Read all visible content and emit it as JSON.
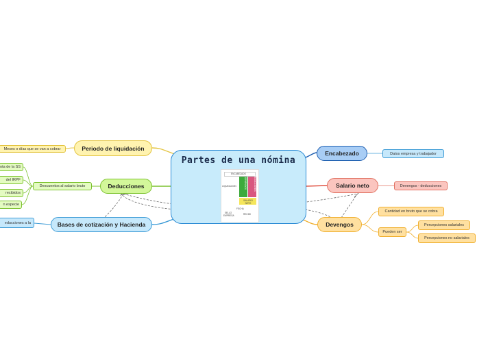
{
  "central": {
    "title": "Partes de una nómina",
    "image_labels": {
      "header": "ENCABEZADO",
      "period": "LIQUIDACION",
      "devengos": "DEVENGOS",
      "deducciones": "DEDUCCIONES",
      "net": "SALARIO NETO",
      "date": "FECHA",
      "seal": "SELLO EMPRESA",
      "receipt": "RECIBI"
    }
  },
  "nodes": {
    "periodo": {
      "label": "Periodo de liquidación"
    },
    "periodo_leaf": {
      "label": "Meses o días que se van a cobrar"
    },
    "deducciones": {
      "label": "Deducciones"
    },
    "descuentos": {
      "label": "Descuentos al salario bruto"
    },
    "ded_1": {
      "label": "ota de la SS"
    },
    "ded_2": {
      "label": "del IRPF"
    },
    "ded_3": {
      "label": "recibidos"
    },
    "ded_4": {
      "label": "n especie"
    },
    "bases": {
      "label": "Bases de cotización y Hacienda"
    },
    "bases_leaf": {
      "label": "educciones a la"
    },
    "encabezado": {
      "label": "Encabezado"
    },
    "encabezado_leaf": {
      "label": "Datos empresa y trabajador"
    },
    "salario": {
      "label": "Salario neto"
    },
    "salario_leaf": {
      "label": "Devengos - deducciones"
    },
    "devengos": {
      "label": "Devengos"
    },
    "cantidad": {
      "label": "Cantidad en bruto que se cobra"
    },
    "pueden": {
      "label": "Pueden ser"
    },
    "perc_sal": {
      "label": "Percepciones salariales"
    },
    "perc_nosal": {
      "label": "Percepciones no salariales"
    }
  },
  "colors": {
    "central_fill": "#c8ebfb",
    "central_border": "#2a8ad4",
    "yellow_fill": "#fff3b0",
    "yellow_border": "#e3c440",
    "green_fill": "#d3f79a",
    "green_border": "#7cc22e",
    "blue_fill": "#c6e8fb",
    "blue_border": "#3c9bd6",
    "navy_fill": "#a8cdf5",
    "red_fill": "#fbc5bf",
    "red_border": "#e07060",
    "orange_fill": "#ffe0a0",
    "orange_border": "#f0b030"
  }
}
